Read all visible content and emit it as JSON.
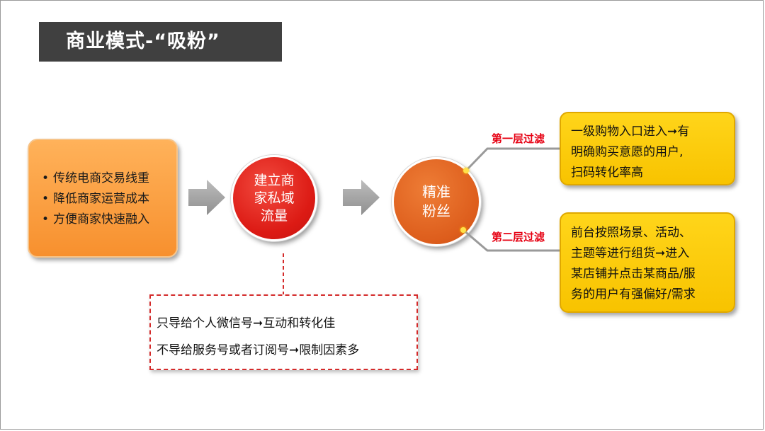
{
  "title": "商业模式-“吸粉”",
  "left_box": {
    "items": [
      "传统电商交易线重",
      "降低商家运营成本",
      "方便商家快速融入"
    ],
    "bullet": "•"
  },
  "center_circle": {
    "lines": [
      "建立商",
      "家私域",
      "流量"
    ]
  },
  "right_circle": {
    "lines": [
      "精准",
      "粉丝"
    ]
  },
  "dashed_box": {
    "line1": "只导给个人微信号➞互动和转化佳",
    "line2": "不导给服务号或者订阅号➞限制因素多"
  },
  "filters": [
    {
      "label": "第一层过滤",
      "lines": [
        "一级购物入口进入➞有",
        "明确购买意愿的用户,",
        "扫码转化率高"
      ]
    },
    {
      "label": "第二层过滤",
      "lines": [
        "前台按照场景、活动、",
        "主题等进行组货➞进入",
        "某店铺并点击某商品/服",
        "务的用户有强偏好/需求"
      ]
    }
  ],
  "colors": {
    "title_bg": "#404040",
    "left_box": "#f7902e",
    "center_circle": "#dc1a14",
    "right_circle": "#dd5d1c",
    "filter_box": "#f8c300",
    "filter_label": "#e60012",
    "dashed_border": "#d42b2b",
    "arrow": "#a6a6a6"
  }
}
